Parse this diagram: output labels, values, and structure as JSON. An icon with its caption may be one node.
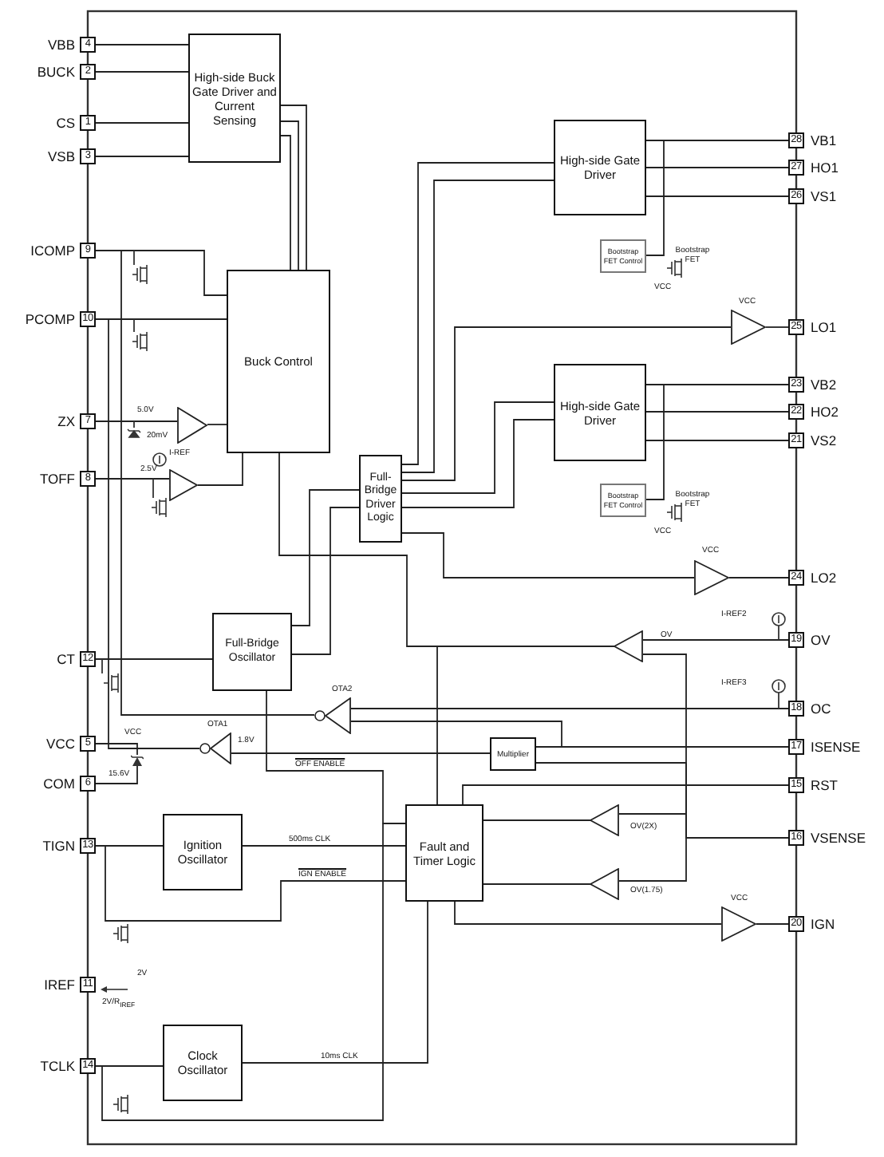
{
  "diagram": {
    "nodes": [
      {
        "text": [
          "4"
        ],
        "beside": [
          "VBB"
        ]
      },
      {
        "text": [
          "2"
        ],
        "beside": [
          "BUCK"
        ]
      },
      {
        "text": [
          "1"
        ],
        "beside": [
          "CS"
        ]
      },
      {
        "text": [
          "3"
        ],
        "beside": [
          "VSB"
        ]
      },
      {
        "text": [
          "9"
        ],
        "beside": [
          "ICOMP"
        ]
      },
      {
        "text": [
          "10"
        ],
        "beside": [
          "PCOMP"
        ]
      },
      {
        "text": [
          "7"
        ],
        "beside": [
          "ZX"
        ]
      },
      {
        "text": [
          "8"
        ],
        "beside": [
          "TOFF"
        ]
      },
      {
        "text": [
          "12"
        ],
        "beside": [
          "CT"
        ]
      },
      {
        "text": [
          "5"
        ],
        "beside": [
          "VCC"
        ]
      },
      {
        "text": [
          "6"
        ],
        "beside": [
          "COM"
        ]
      },
      {
        "text": [
          "13"
        ],
        "beside": [
          "TIGN"
        ]
      },
      {
        "text": [
          "11"
        ],
        "beside": [
          "IREF"
        ]
      },
      {
        "text": [
          "14"
        ],
        "beside": [
          "TCLK"
        ]
      },
      {
        "text": [
          "28"
        ],
        "beside": [
          "VB1"
        ]
      },
      {
        "text": [
          "27"
        ],
        "beside": [
          "HO1"
        ]
      },
      {
        "text": [
          "26"
        ],
        "beside": [
          "VS1"
        ]
      },
      {
        "text": [
          "25"
        ],
        "beside": [
          "LO1"
        ]
      },
      {
        "text": [
          "23"
        ],
        "beside": [
          "VB2"
        ]
      },
      {
        "text": [
          "22"
        ],
        "beside": [
          "HO2"
        ]
      },
      {
        "text": [
          "21"
        ],
        "beside": [
          "VS2"
        ]
      },
      {
        "text": [
          "24"
        ],
        "beside": [
          "LO2"
        ]
      },
      {
        "text": [
          "19"
        ],
        "beside": [
          "OV"
        ]
      },
      {
        "text": [
          "18"
        ],
        "beside": [
          "OC"
        ]
      },
      {
        "text": [
          "17"
        ],
        "beside": [
          "ISENSE"
        ]
      },
      {
        "text": [
          "15"
        ],
        "beside": [
          "RST"
        ]
      },
      {
        "text": [
          "16"
        ],
        "beside": [
          "VSENSE"
        ]
      },
      {
        "text": [
          "20"
        ],
        "beside": [
          "IGN"
        ]
      },
      {
        "text": [
          "High-side Buck Gate Driver and Current Sensing"
        ]
      },
      {
        "text": [
          "Buck Control"
        ]
      },
      {
        "text": [
          "High-side Gate Driver"
        ]
      },
      {
        "text": [
          "Bootstrap FET Control"
        ]
      },
      {
        "text": [
          "High-side Gate Driver"
        ]
      },
      {
        "text": [
          "Bootstrap FET Control"
        ]
      },
      {
        "text": [
          "Full-Bridge Driver Logic"
        ]
      },
      {
        "text": [
          "Full-Bridge Oscillator"
        ]
      },
      {
        "text": [
          "Multiplier"
        ]
      },
      {
        "text": [
          "Fault and Timer Logic"
        ]
      },
      {
        "text": [
          "Ignition Oscillator"
        ]
      },
      {
        "text": [
          "Clock Oscillator"
        ]
      },
      {
        "text": [],
        "shape": "triangle"
      },
      {
        "text": [],
        "shape": "triangle"
      },
      {
        "text": [],
        "shape": "triangle",
        "beside": [
          "VCC"
        ]
      },
      {
        "text": [],
        "shape": "triangle",
        "beside": [
          "VCC"
        ]
      },
      {
        "text": [],
        "shape": "triangle",
        "beside": [
          "OTA2"
        ]
      },
      {
        "text": [],
        "shape": "triangle",
        "beside": [
          "OTA1",
          "1.8V"
        ]
      },
      {
        "text": [],
        "shape": "triangle"
      },
      {
        "text": [],
        "shape": "triangle",
        "beside": [
          "OV(2X)"
        ]
      },
      {
        "text": [],
        "shape": "triangle",
        "beside": [
          "OV(1.75)"
        ]
      },
      {
        "text": [],
        "shape": "triangle",
        "beside": [
          "VCC"
        ]
      },
      {
        "text": [],
        "shape": "diode"
      }
    ],
    "edges": [
      {
        "from": 0,
        "to": 28,
        "arrow": "none"
      },
      {
        "from": 1,
        "to": 28,
        "arrow": "none"
      },
      {
        "from": 2,
        "to": 28,
        "arrow": "none"
      },
      {
        "from": 3,
        "to": 28,
        "arrow": "none"
      },
      {
        "from": 28,
        "to": 29,
        "arrow": "none"
      },
      {
        "from": 28,
        "to": 29,
        "arrow": "none"
      },
      {
        "from": 28,
        "to": 29,
        "arrow": "none"
      },
      {
        "from": 4,
        "to": 29,
        "arrow": "none"
      },
      {
        "from": 5,
        "to": 29,
        "arrow": "none"
      },
      {
        "from": 6,
        "to": 40,
        "arrow": "none"
      },
      {
        "from": 40,
        "to": 29,
        "arrow": "none"
      },
      {
        "from": 7,
        "to": 41,
        "arrow": "none"
      },
      {
        "from": 41,
        "to": 29,
        "arrow": "none"
      },
      {
        "from": 34,
        "to": 30,
        "arrow": "none"
      },
      {
        "from": 34,
        "to": 30,
        "arrow": "none"
      },
      {
        "from": 34,
        "to": 42,
        "arrow": "none"
      },
      {
        "from": 34,
        "to": 32,
        "arrow": "none"
      },
      {
        "from": 34,
        "to": 32,
        "arrow": "none"
      },
      {
        "from": 34,
        "to": 43,
        "arrow": "none"
      },
      {
        "from": 35,
        "to": 34,
        "arrow": "none"
      },
      {
        "from": 35,
        "to": 34,
        "arrow": "none"
      },
      {
        "from": 8,
        "to": 35,
        "arrow": "none"
      },
      {
        "from": 30,
        "to": 14,
        "arrow": "none"
      },
      {
        "from": 30,
        "to": 15,
        "arrow": "none"
      },
      {
        "from": 30,
        "to": 16,
        "arrow": "none"
      },
      {
        "from": 42,
        "to": 17,
        "arrow": "none"
      },
      {
        "from": 32,
        "to": 18,
        "arrow": "none"
      },
      {
        "from": 32,
        "to": 19,
        "arrow": "none"
      },
      {
        "from": 32,
        "to": 20,
        "arrow": "none"
      },
      {
        "from": 43,
        "to": 21,
        "arrow": "none"
      },
      {
        "from": 22,
        "to": 46,
        "arrow": "none"
      },
      {
        "from": 46,
        "to": 37,
        "arrow": "none"
      },
      {
        "from": 46,
        "to": 29,
        "arrow": "none"
      },
      {
        "from": 23,
        "to": 44,
        "arrow": "none"
      },
      {
        "from": 24,
        "to": 44,
        "arrow": "none"
      },
      {
        "from": 44,
        "to": 4,
        "arrow": "none"
      },
      {
        "from": 45,
        "to": 5,
        "arrow": "none"
      },
      {
        "from": 24,
        "to": 36,
        "arrow": "none"
      },
      {
        "from": 36,
        "to": 45,
        "arrow": "none"
      },
      {
        "from": 26,
        "to": 46,
        "arrow": "none"
      },
      {
        "from": 26,
        "to": 36,
        "arrow": "none"
      },
      {
        "from": 26,
        "to": 47,
        "arrow": "none"
      },
      {
        "from": 26,
        "to": 48,
        "arrow": "none"
      },
      {
        "from": 47,
        "to": 37,
        "arrow": "none"
      },
      {
        "from": 48,
        "to": 37,
        "arrow": "none"
      },
      {
        "from": 25,
        "to": 37,
        "arrow": "none"
      },
      {
        "from": 37,
        "to": 49,
        "arrow": "none"
      },
      {
        "from": 49,
        "to": 27,
        "arrow": "none"
      },
      {
        "from": 11,
        "to": 38,
        "arrow": "none"
      },
      {
        "from": 38,
        "to": 37,
        "arrow": "none",
        "label": "500ms CLK"
      },
      {
        "from": 37,
        "to": 35,
        "arrow": "none",
        "label": "OFF ENABLE"
      },
      {
        "from": 13,
        "to": 39,
        "arrow": "none"
      },
      {
        "from": 39,
        "to": 37,
        "arrow": "none",
        "label": "10ms CLK"
      },
      {
        "from": 37,
        "to": 11,
        "arrow": "none",
        "label": "IGN ENABLE"
      },
      {
        "from": 37,
        "to": 13,
        "arrow": "none"
      },
      {
        "from": 31,
        "to": 14,
        "arrow": "none"
      },
      {
        "from": 33,
        "to": 18,
        "arrow": "none"
      },
      {
        "from": 9,
        "to": 50,
        "arrow": "none"
      },
      {
        "from": 50,
        "to": 10,
        "arrow": "none"
      }
    ],
    "labels": [
      "5.0V",
      "20mV",
      "I-REF",
      "2.5V",
      "VCC",
      "15.6V",
      "2V",
      "2V/R$_{IREF}$",
      "Bootstrap FET",
      "VCC",
      "Bootstrap FET",
      "VCC",
      "I-REF2",
      "OV",
      "I-REF3"
    ]
  }
}
